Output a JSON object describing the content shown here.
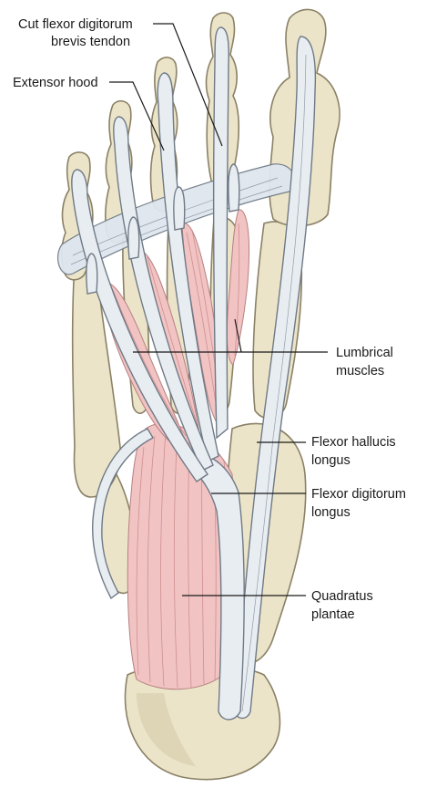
{
  "labels": {
    "cut_flexor_line1": "Cut flexor digitorum",
    "cut_flexor_line2": "brevis tendon",
    "extensor_hood": "Extensor hood",
    "lumbrical_line1": "Lumbrical",
    "lumbrical_line2": "muscles",
    "fhl_line1": "Flexor hallucis",
    "fhl_line2": "longus",
    "fdl_line1": "Flexor digitorum",
    "fdl_line2": "longus",
    "quadratus_line1": "Quadratus",
    "quadratus_line2": "plantae"
  }
}
